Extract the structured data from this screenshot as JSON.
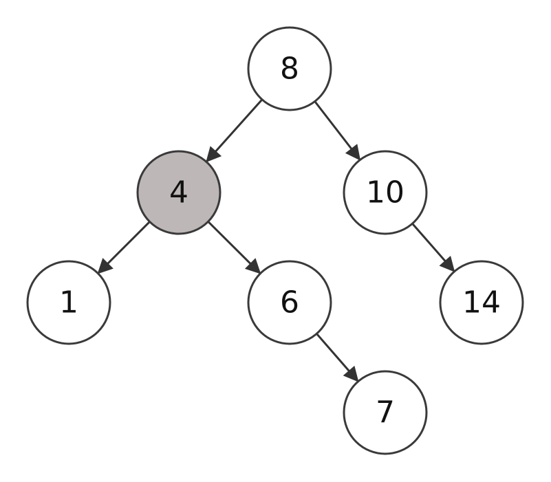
{
  "diagram": {
    "colors": {
      "node_fill": "#ffffff",
      "highlight_fill": "#beb7b7",
      "stroke": "#3a3a3a",
      "edge": "#333333"
    },
    "nodes": [
      {
        "id": "n8",
        "label": "8",
        "highlighted": false
      },
      {
        "id": "n4",
        "label": "4",
        "highlighted": true
      },
      {
        "id": "n10",
        "label": "10",
        "highlighted": false
      },
      {
        "id": "n1",
        "label": "1",
        "highlighted": false
      },
      {
        "id": "n6",
        "label": "6",
        "highlighted": false
      },
      {
        "id": "n14",
        "label": "14",
        "highlighted": false
      },
      {
        "id": "n7",
        "label": "7",
        "highlighted": false
      }
    ],
    "edges": [
      {
        "from": "n8",
        "to": "n4"
      },
      {
        "from": "n8",
        "to": "n10"
      },
      {
        "from": "n4",
        "to": "n1"
      },
      {
        "from": "n4",
        "to": "n6"
      },
      {
        "from": "n10",
        "to": "n14"
      },
      {
        "from": "n6",
        "to": "n7"
      }
    ]
  }
}
